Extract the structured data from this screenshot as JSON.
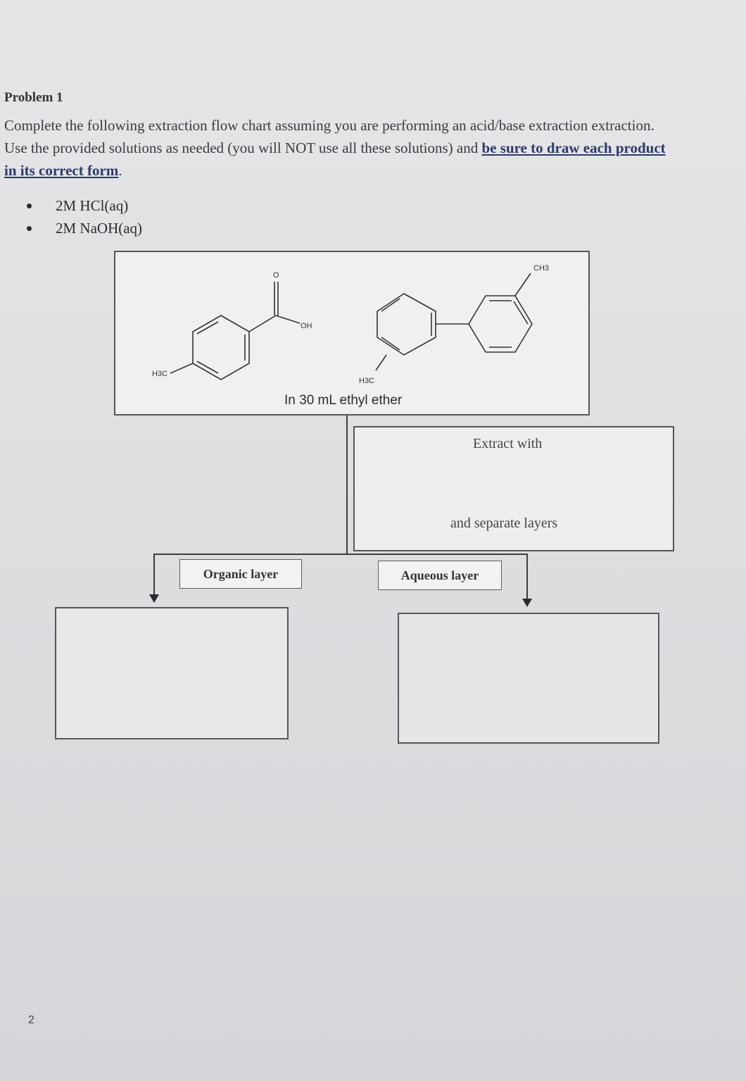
{
  "problem": {
    "title": "Problem 1",
    "instructions_plain": "Complete the following extraction flow chart assuming you are performing an acid/base extraction extraction. Use the provided solutions as needed (you will NOT use all these solutions) and ",
    "instructions_emphasis": "be sure to draw each product in its correct form",
    "instructions_end": "."
  },
  "solutions": [
    "2M HCl(aq)",
    "2M NaOH(aq)"
  ],
  "start_box": {
    "solvent_text": "In 30 mL ethyl ether",
    "structure_labels": {
      "carbonyl_o": "O",
      "hydroxyl": "OH",
      "methyl_1": "H3C",
      "methyl_2": "H3C",
      "methyl_3": "CH3"
    }
  },
  "extract_box": {
    "line1": "Extract with",
    "line2": "and separate layers"
  },
  "layers": {
    "organic": "Organic layer",
    "aqueous": "Aqueous layer"
  },
  "page_number": "2"
}
